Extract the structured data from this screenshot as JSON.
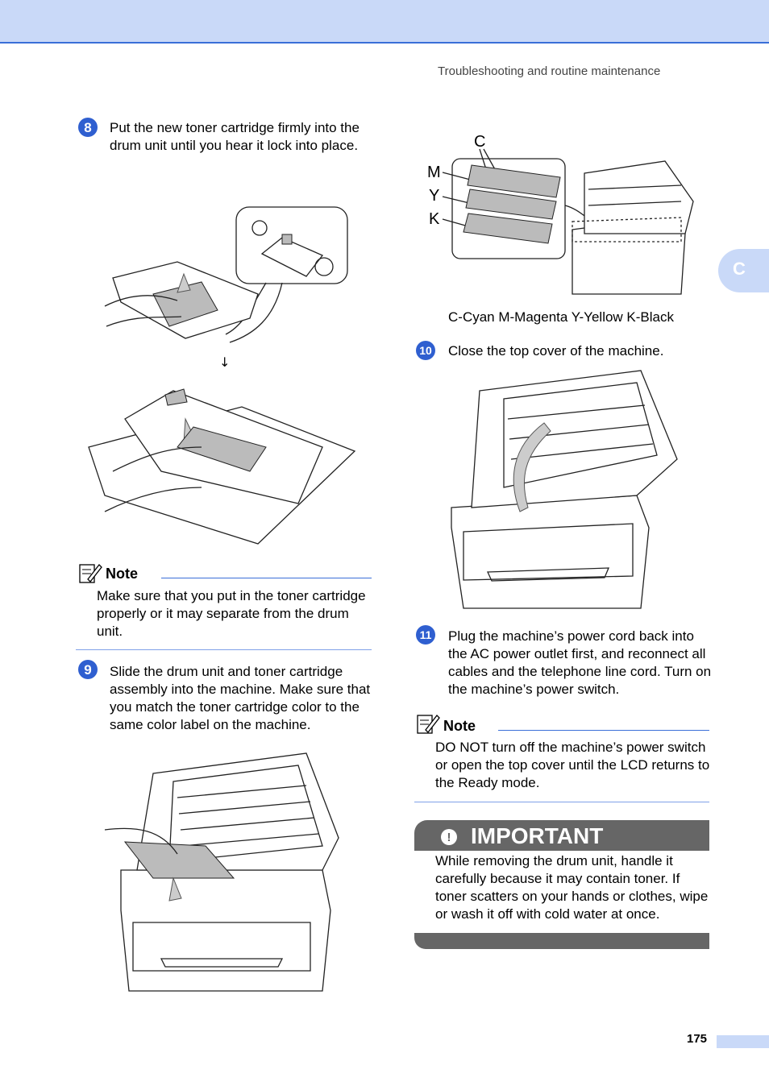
{
  "header": {
    "running_title": "Troubleshooting and routine maintenance"
  },
  "side_tab": {
    "letter": "C"
  },
  "footer": {
    "page_number": "175"
  },
  "steps": {
    "s8": {
      "num": "8",
      "text": "Put the new toner cartridge firmly into the drum unit until you hear it lock into place."
    },
    "s9": {
      "num": "9",
      "text": "Slide the drum unit and toner cartridge assembly into the machine. Make sure that you match the toner cartridge color to the same color label on the machine."
    },
    "s10": {
      "num": "10",
      "text": "Close the top cover of the machine."
    },
    "s11": {
      "num": "11",
      "text": "Plug the machine’s power cord back into the AC power outlet first, and reconnect all cables and the telephone line cord. Turn on the machine’s power switch."
    }
  },
  "note1": {
    "label": "Note",
    "text": "Make sure that you put in the toner cartridge properly or it may separate from the drum unit."
  },
  "note2": {
    "label": "Note",
    "text": "DO NOT turn off the machine’s power switch or open the top cover until the LCD returns to the Ready mode."
  },
  "important": {
    "icon": "!",
    "label": "IMPORTANT",
    "text": "While removing the drum unit, handle it carefully because it may contain toner. If toner scatters on your hands or clothes, wipe or wash it off with cold water at once."
  },
  "color_figure": {
    "labels": [
      "C",
      "M",
      "Y",
      "K"
    ],
    "caption": "C-Cyan M-Magenta Y-Yellow K-Black"
  },
  "figure_arrow": "↓"
}
